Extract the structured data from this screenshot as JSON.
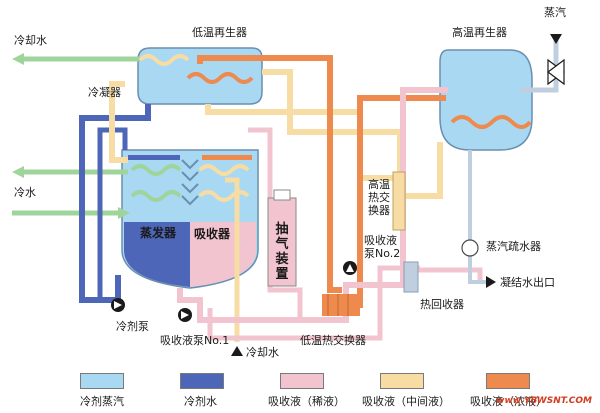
{
  "labels": {
    "cooling_water_out": "冷却水",
    "low_temp_generator": "低温再生器",
    "high_temp_generator": "高温再生器",
    "steam": "蒸汽",
    "condenser": "冷凝器",
    "chilled_water": "冷水",
    "evaporator": "蒸发器",
    "absorber": "吸收器",
    "purge_device": "抽气装置",
    "high_temp_hx": "高温热交换器",
    "absorbent_pump_2": "吸收液泵No.2",
    "steam_trap": "蒸汽疏水器",
    "condensate_out": "凝结水出口",
    "heat_recovery": "热回收器",
    "refrigerant_pump": "冷剂泵",
    "absorbent_pump_1": "吸收液泵No.1",
    "cooling_water_in": "冷却水",
    "low_temp_hx": "低温热交换器"
  },
  "legend": [
    {
      "label": "冷剂蒸汽",
      "color": "#a9d8f3"
    },
    {
      "label": "冷剂水",
      "color": "#4d66b8"
    },
    {
      "label": "吸收液（稀液）",
      "color": "#f2c4cf"
    },
    {
      "label": "吸收液（中间液）",
      "color": "#f7dca4"
    },
    {
      "label": "吸收液（浓液）",
      "color": "#ee8a4e"
    }
  ],
  "watermark": "www.YBWSNT.COM",
  "colors": {
    "vapor": "#a9d8f3",
    "refrigerant_water": "#4d66b8",
    "dilute": "#f2c4cf",
    "intermediate": "#f7dca4",
    "concentrated": "#ee8a4e",
    "cooling_water": "#9fd59a",
    "steam_line": "#bfcfe0"
  }
}
